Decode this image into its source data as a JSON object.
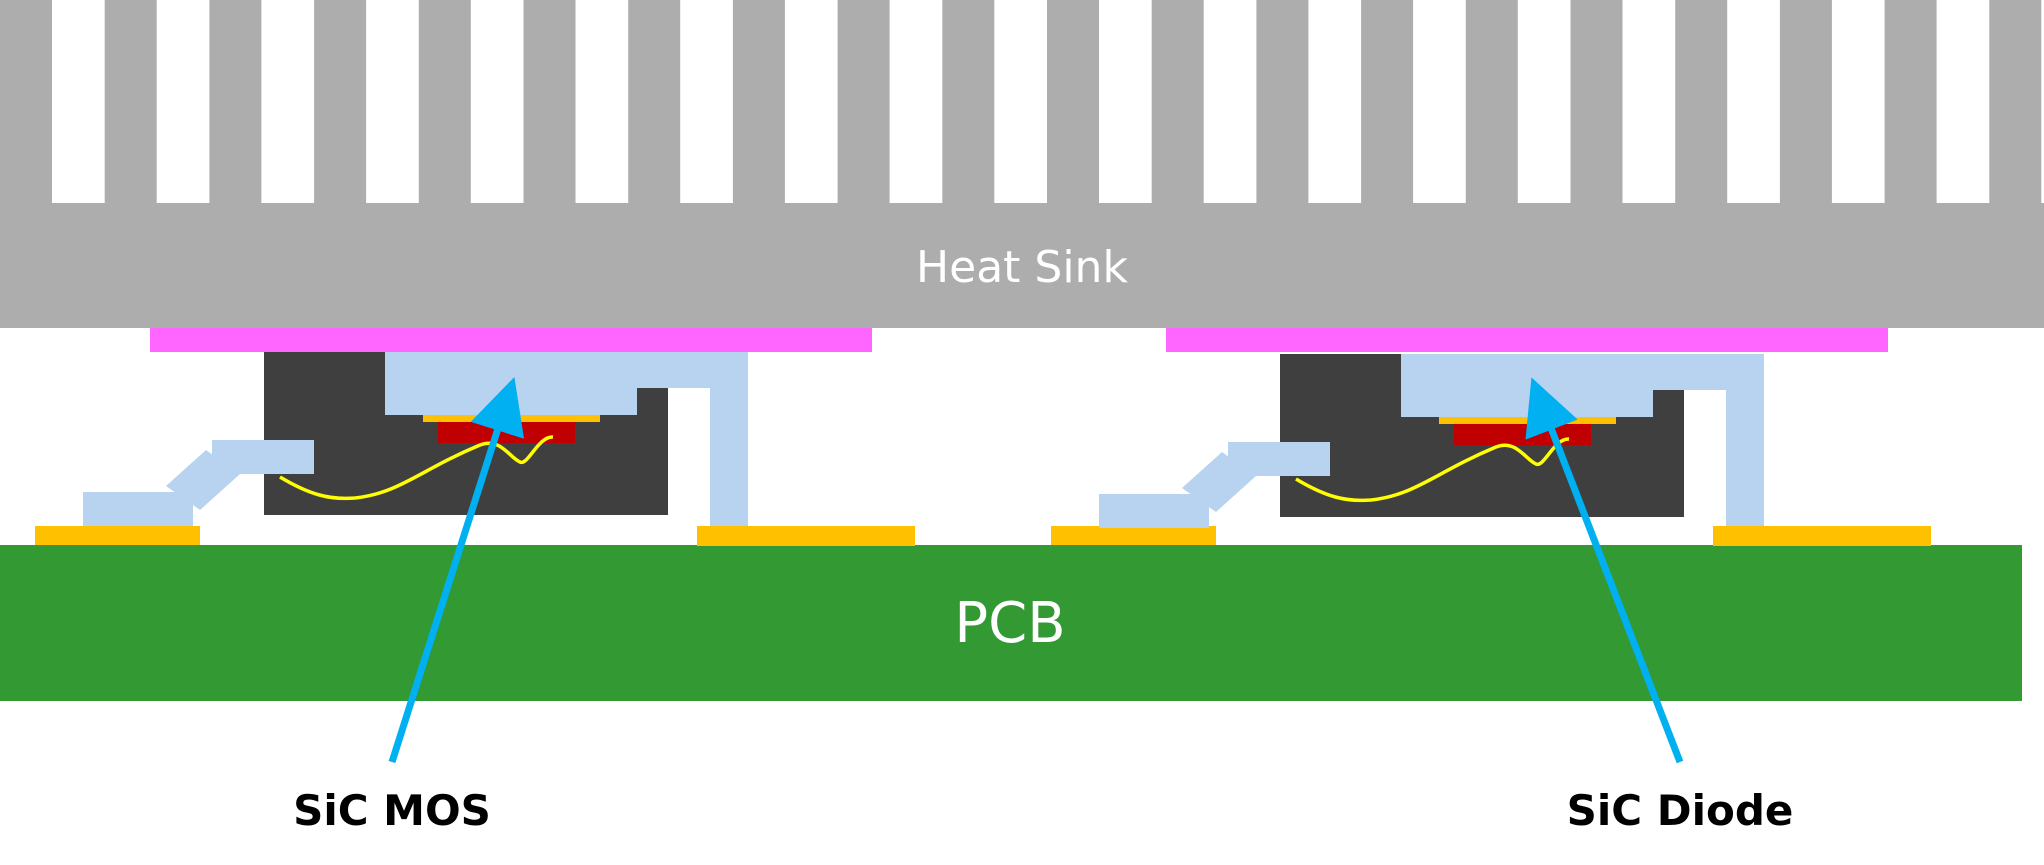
{
  "labels": {
    "heat_sink": "Heat Sink",
    "pcb": "PCB",
    "sic_mos": "SiC MOS",
    "sic_diode": "SiC Diode"
  },
  "colors": {
    "heat_sink": "#ADADAD",
    "thermal_pad": "#FF66FF",
    "package_body": "#3F3F3F",
    "copper_lead": "#B8D3F0",
    "solder_pad": "#FFC000",
    "die": "#C00000",
    "bond_wire": "#FFFF00",
    "pcb": "#339933",
    "arrow": "#00B0F0"
  }
}
